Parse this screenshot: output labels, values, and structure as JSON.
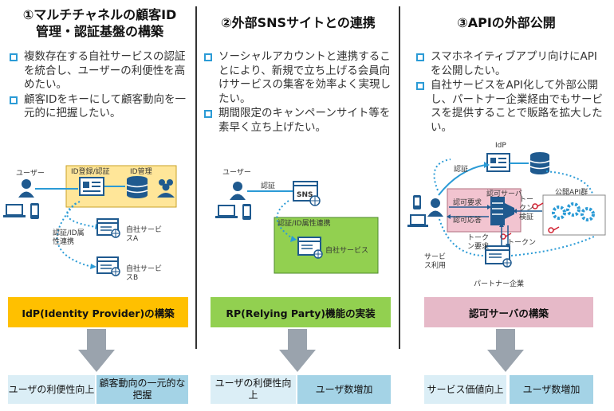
{
  "columns": [
    {
      "title_line1": "①マルチチャネルの顧客ID",
      "title_line2": "管理・認証基盤の構築",
      "bullets": [
        "複数存在する自社サービスの認証を統合し、ユーザーの利便性を高めたい。",
        "顧客IDをキーにして顧客動向を一元的に把握したい。"
      ],
      "diagram": {
        "user_label": "ユーザー",
        "idreg_label": "ID登録/認証",
        "idmgmt_label": "ID管理",
        "auth_label": "認証/ID属性連携",
        "svcA_label": "自社サービスA",
        "svcB_label": "自社サービスB"
      },
      "banner": "IdP(Identity Provider)の構築",
      "banner_color": "#ffc000",
      "results": [
        "ユーザの利便性向上",
        "顧客動向の一元的な把握"
      ]
    },
    {
      "title_line1": "②外部SNSサイトとの連携",
      "bullets": [
        "ソーシャルアカウントと連携することにより、新規で立ち上げる会員向けサービスの集客を効率よく実現したい。",
        "期間限定のキャンペーンサイト等を素早く立ち上げたい。"
      ],
      "diagram": {
        "user_label": "ユーザー",
        "auth_label": "認証",
        "sns_label": "SNS",
        "link_label": "認証/ID属性連携",
        "svc_label": "自社サービス"
      },
      "banner": "RP(Relying Party)機能の実装",
      "banner_color": "#92d050",
      "results": [
        "ユーザの利便性向上",
        "ユーザ数増加"
      ]
    },
    {
      "title_line1": "③APIの外部公開",
      "bullets": [
        "スマホネイティブアプリ向けにAPIを公開したい。",
        "自社サービスをAPI化して外部公開し、パートナー企業経由でもサービスを提供することで販路を拡大したい。"
      ],
      "diagram": {
        "idp_label": "IdP",
        "auth_label": "認証",
        "authz_server_label": "認可サーバ",
        "authz_request_label": "認可要求",
        "authz_response_label": "認可応答",
        "token_verify_label": "トークン検証",
        "token_request_label": "トークン要求",
        "token_label": "トークン",
        "public_api_label": "公開API群",
        "service_use_label": "サービス利用",
        "partner_label": "パートナー企業"
      },
      "banner": "認可サーバの構築",
      "banner_color": "#e6b9c8",
      "results": [
        "サービス価値向上",
        "ユーザ数増加"
      ]
    }
  ],
  "colors": {
    "accent_blue": "#2b9bd6",
    "dark_blue": "#1f5a8f",
    "arrow_gray": "#9aa3ad",
    "result_light": "#dbeef6",
    "result_dark": "#a4d3e6"
  }
}
